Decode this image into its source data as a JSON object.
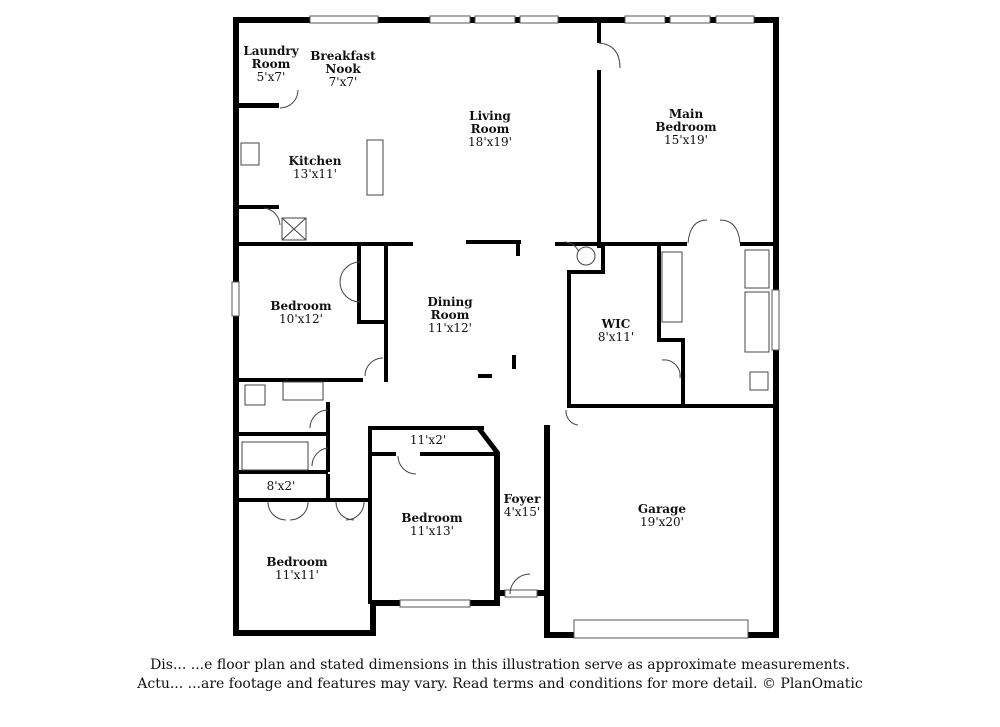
{
  "rooms": [
    {
      "id": "laundry",
      "name_lines": [
        "Laundry",
        "Room"
      ],
      "dims": "5'x7'"
    },
    {
      "id": "breakfast",
      "name_lines": [
        "Breakfast",
        "Nook"
      ],
      "dims": "7'x7'"
    },
    {
      "id": "living",
      "name_lines": [
        "Living",
        "Room"
      ],
      "dims": "18'x19'"
    },
    {
      "id": "main-bedroom",
      "name_lines": [
        "Main",
        "Bedroom"
      ],
      "dims": "15'x19'"
    },
    {
      "id": "kitchen",
      "name_lines": [
        "Kitchen"
      ],
      "dims": "13'x11'"
    },
    {
      "id": "bedroom-a",
      "name_lines": [
        "Bedroom"
      ],
      "dims": "10'x12'"
    },
    {
      "id": "dining",
      "name_lines": [
        "Dining",
        "Room"
      ],
      "dims": "11'x12'"
    },
    {
      "id": "wic",
      "name_lines": [
        "WIC"
      ],
      "dims": "8'x11'"
    },
    {
      "id": "closet-hall",
      "name_lines": [],
      "dims": "11'x2'"
    },
    {
      "id": "closet-8x2",
      "name_lines": [],
      "dims": "8'x2'"
    },
    {
      "id": "bedroom-b",
      "name_lines": [
        "Bedroom"
      ],
      "dims": "11'x13'"
    },
    {
      "id": "foyer",
      "name_lines": [
        "Foyer"
      ],
      "dims": "4'x15'"
    },
    {
      "id": "garage",
      "name_lines": [
        "Garage"
      ],
      "dims": "19'x20'"
    },
    {
      "id": "bedroom-c",
      "name_lines": [
        "Bedroom"
      ],
      "dims": "11'x11'"
    }
  ],
  "disclaimer": {
    "line1": "Dis... ...e floor plan and stated dimensions in this illustration serve as approximate measurements.",
    "line2": "Actu... ...are footage and features may vary. Read terms and conditions for more detail. © PlanOmatic"
  }
}
